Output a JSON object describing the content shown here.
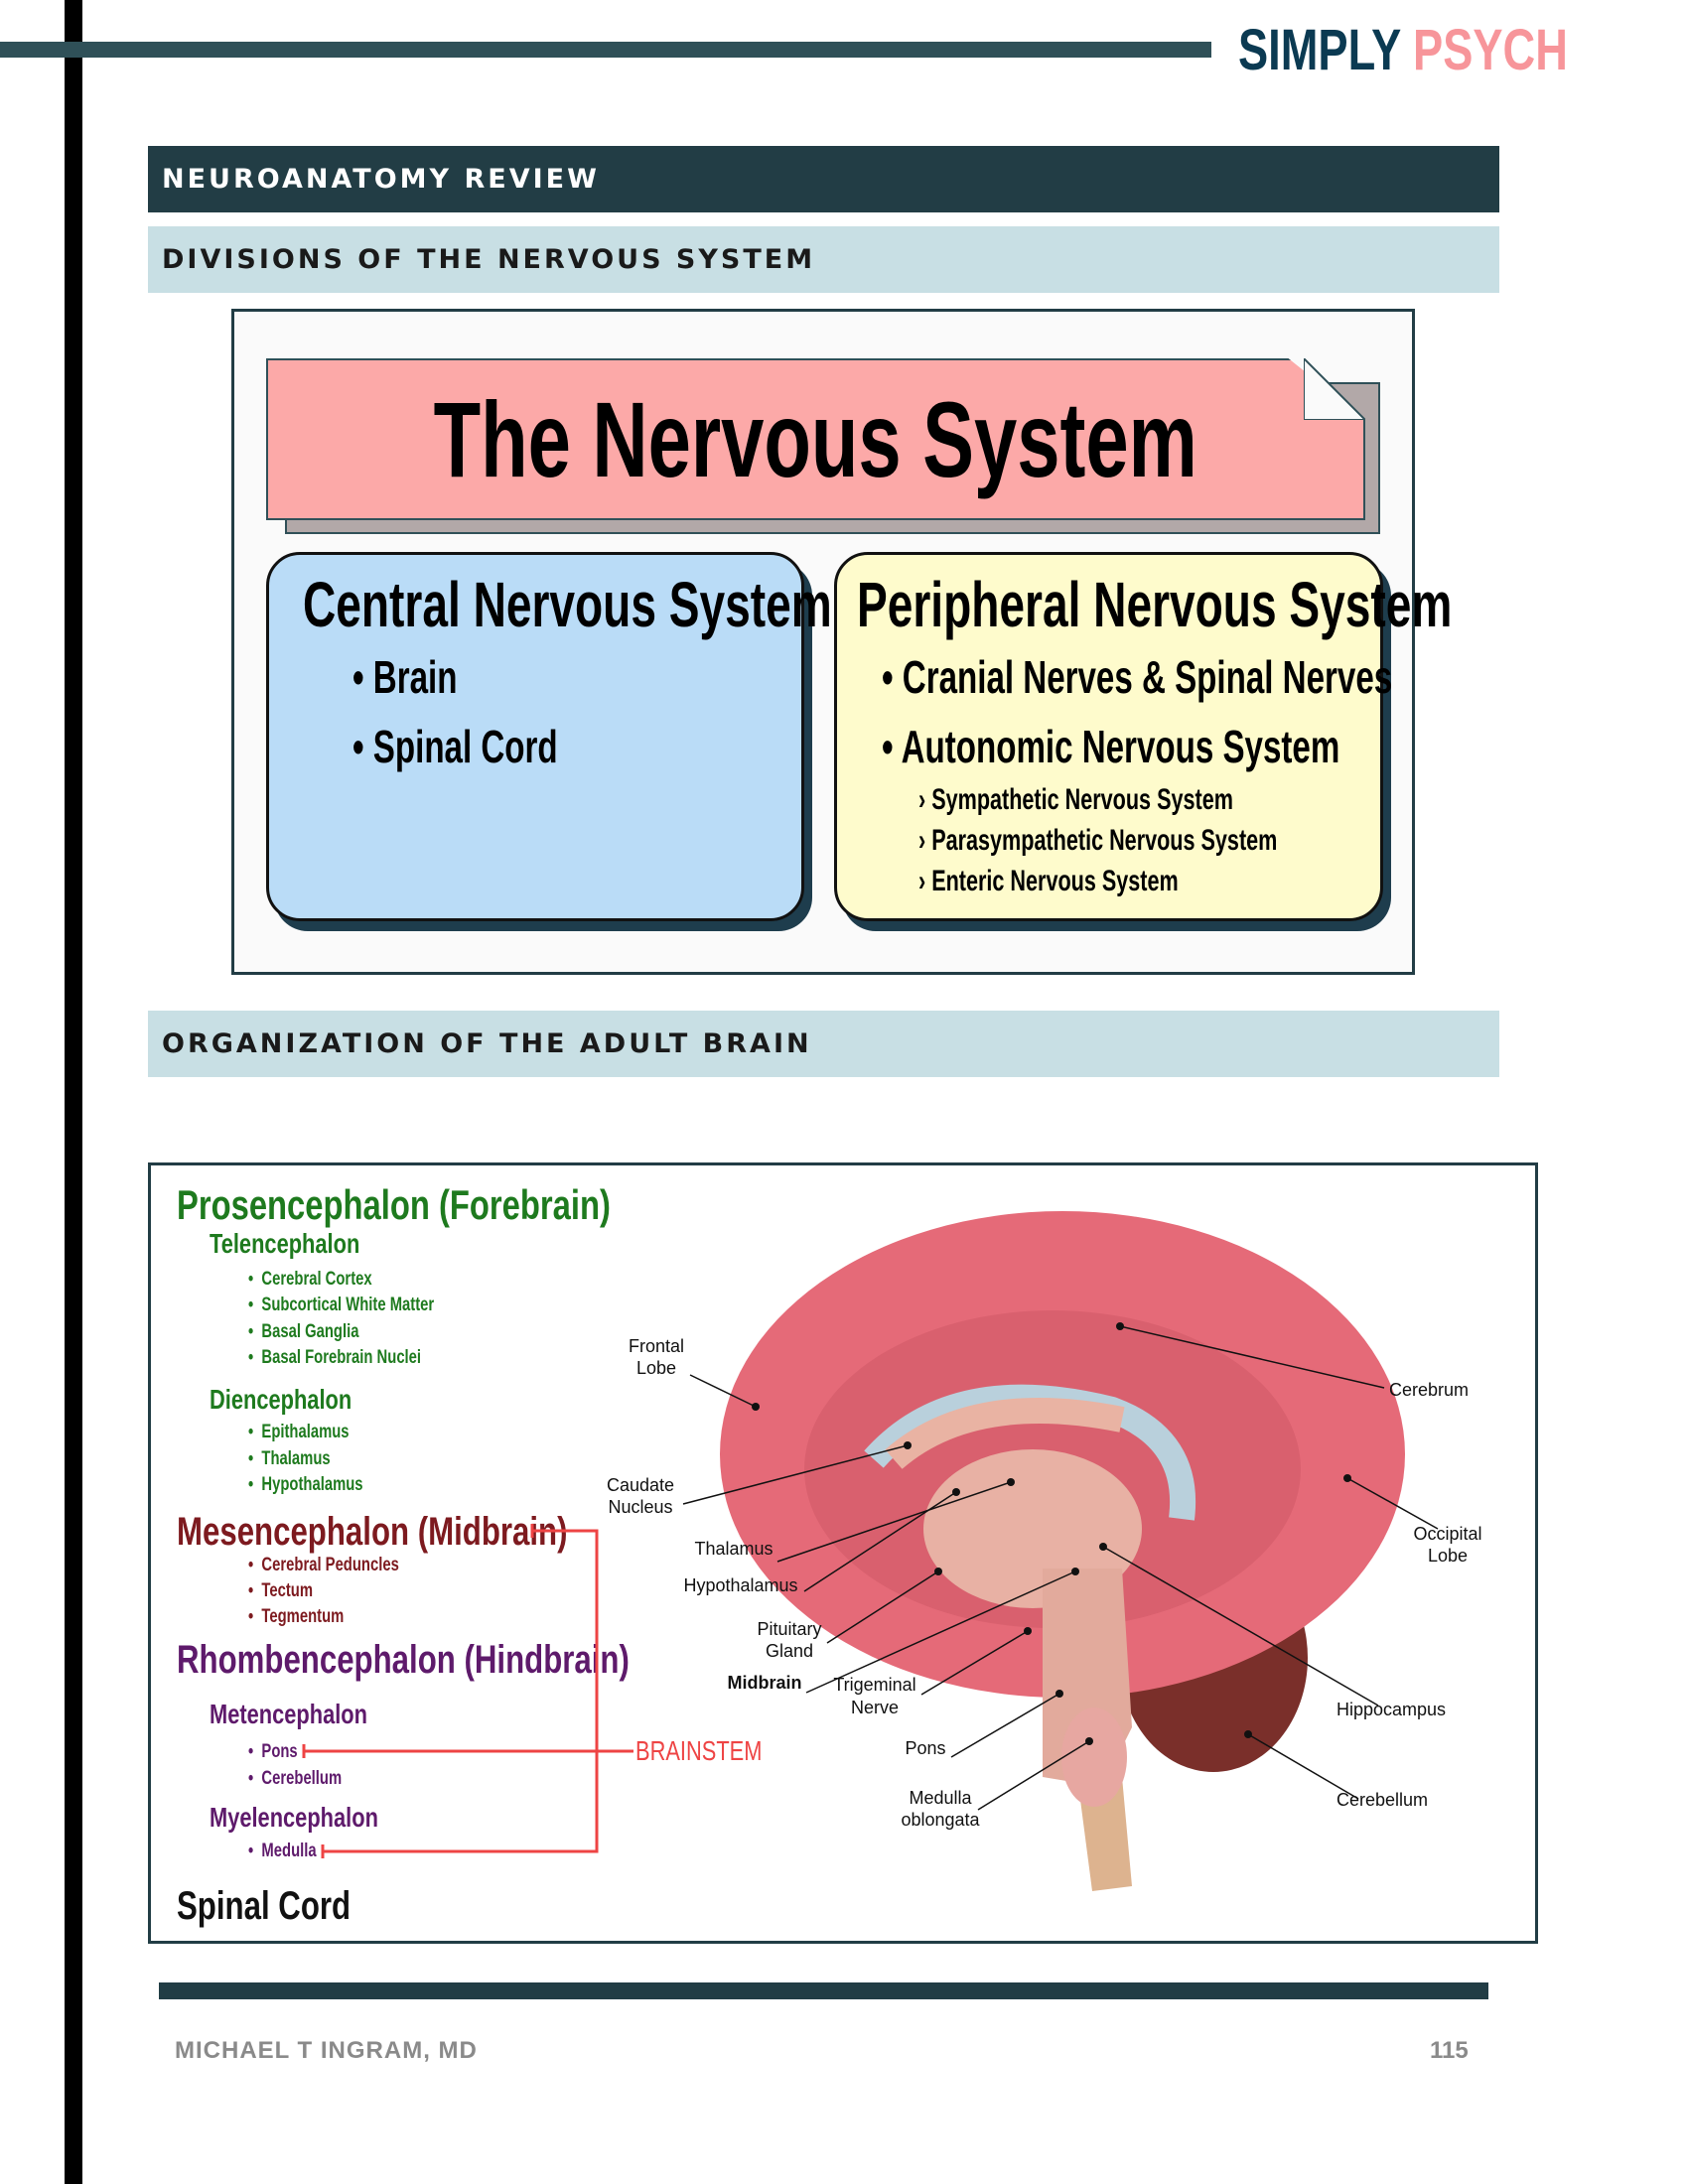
{
  "header": {
    "logo_part1": "SIMPLY",
    "logo_part2": "PSYCH",
    "section": "NEUROANATOMY REVIEW",
    "sub1": "DIVISIONS OF THE NERVOUS SYSTEM",
    "sub2": "ORGANIZATION OF THE ADULT BRAIN"
  },
  "nervous_system": {
    "title": "The Nervous System",
    "cns": {
      "heading": "Central Nervous System",
      "items": [
        "Brain",
        "Spinal Cord"
      ]
    },
    "pns": {
      "heading": "Peripheral Nervous System",
      "items": [
        "Cranial Nerves & Spinal Nerves",
        "Autonomic Nervous System"
      ],
      "subitems": [
        "Sympathetic Nervous System",
        "Parasympathetic Nervous System",
        "Enteric Nervous System"
      ]
    }
  },
  "brain": {
    "prosencephalon": "Prosencephalon (Forebrain)",
    "telencephalon": "Telencephalon",
    "tel_items": [
      "Cerebral Cortex",
      "Subcortical White Matter",
      "Basal Ganglia",
      "Basal Forebrain Nuclei"
    ],
    "diencephalon": "Diencephalon",
    "di_items": [
      "Epithalamus",
      "Thalamus",
      "Hypothalamus"
    ],
    "mesencephalon": "Mesencephalon (Midbrain)",
    "mes_items": [
      "Cerebral Peduncles",
      "Tectum",
      "Tegmentum"
    ],
    "rhombencephalon": "Rhombencephalon (Hindbrain)",
    "metencephalon": "Metencephalon",
    "met_items": [
      "Pons",
      "Cerebellum"
    ],
    "myelencephalon": "Myelencephalon",
    "myel_items": [
      "Medulla"
    ],
    "spinal_cord": "Spinal Cord",
    "brainstem": "BRAINSTEM",
    "labels": {
      "frontal": [
        "Frontal",
        "Lobe"
      ],
      "caudate": [
        "Caudate",
        "Nucleus"
      ],
      "thalamus": "Thalamus",
      "hypothalamus": "Hypothalamus",
      "pituitary": [
        "Pituitary",
        "Gland"
      ],
      "midbrain": "Midbrain",
      "trigeminal": [
        "Trigeminal",
        "Nerve"
      ],
      "pons": "Pons",
      "medulla": [
        "Medulla",
        "oblongata"
      ],
      "cerebrum": "Cerebrum",
      "occipital": [
        "Occipital",
        "Lobe"
      ],
      "hippocampus": "Hippocampus",
      "cerebellum": "Cerebellum"
    }
  },
  "footer": {
    "author": "MICHAEL T INGRAM, MD",
    "page": "115"
  }
}
